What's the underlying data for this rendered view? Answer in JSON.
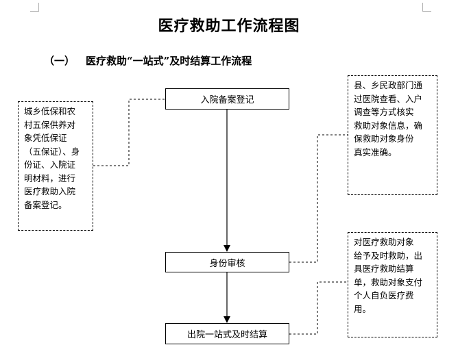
{
  "document": {
    "title": "医疗救助工作流程图",
    "section_number": "（一）",
    "section_title": "医疗救助“一站式”及时结算工作流程"
  },
  "flow": {
    "steps": [
      "入院备案登记",
      "身份审核",
      "出院一站式及时结算"
    ]
  },
  "notes": {
    "left_registration": [
      "城乡低保和农",
      "村五保供养对",
      "象凭低保证",
      "（五保证）、身",
      "份证、入院证",
      "明材料，进行",
      "医疗救助入院",
      "备案登记。"
    ],
    "right_verification": [
      "县、乡民政部门通",
      "过医院查看、入户",
      "调查等方式核实",
      "救助对象信息，确",
      "保救助对象身份",
      "真实准确。"
    ],
    "right_settlement": [
      "对医疗救助对象",
      "给予及时救助，出",
      "具医疗救助结算",
      "单，救助对象支付",
      "个人自负医疗费",
      "用。"
    ]
  }
}
